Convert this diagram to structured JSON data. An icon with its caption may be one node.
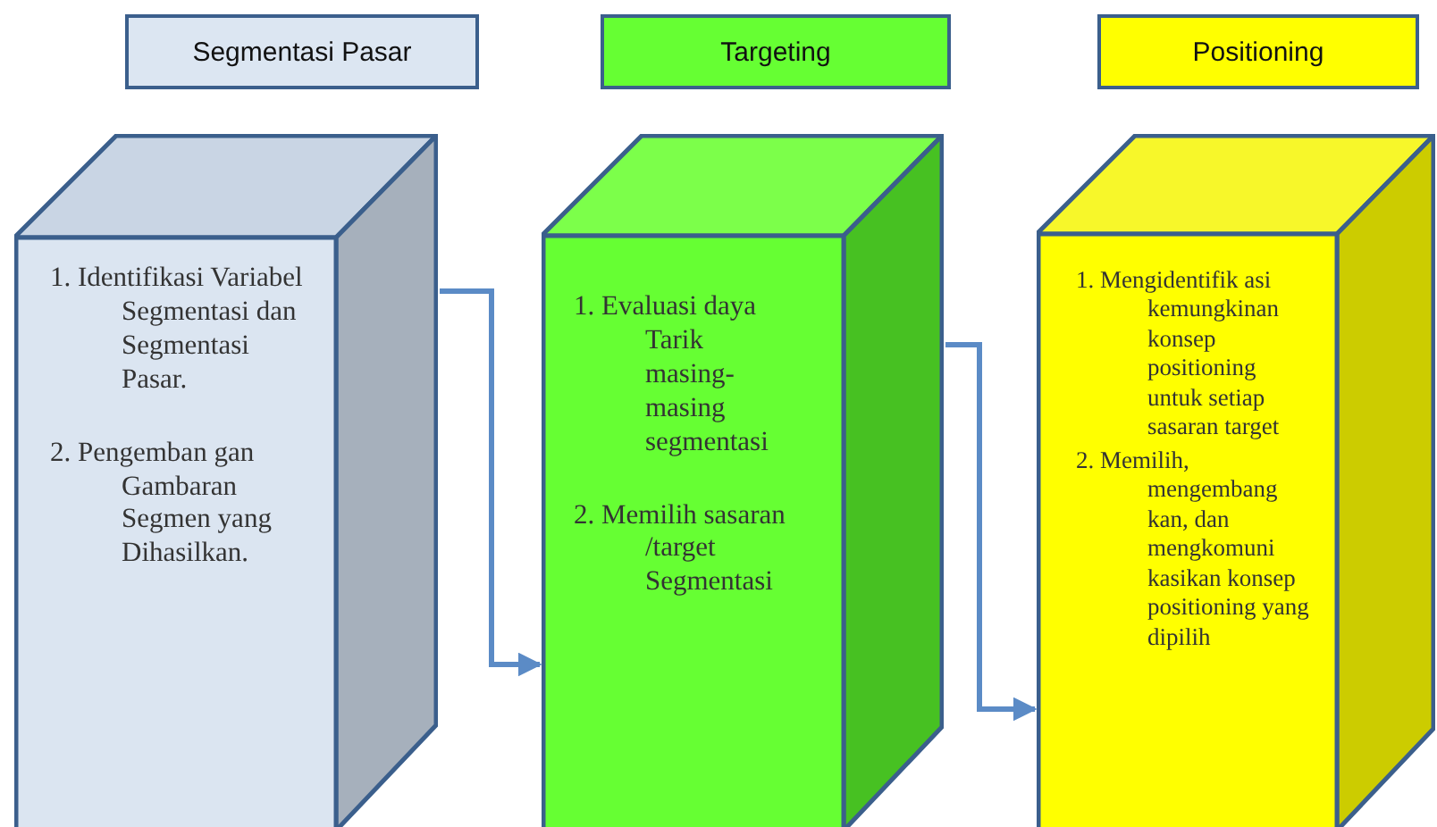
{
  "diagram": {
    "nodes": [
      {
        "text": [
          "Segmentasi Pasar"
        ]
      },
      {
        "text": [
          "Targeting"
        ]
      },
      {
        "text": [
          "Positioning"
        ]
      },
      {
        "text": [
          "1. Identifikasi Variabel Segmentasi dan Segmentasi Pasar.",
          "2. Pengemban gan Gambaran Segmen yang Dihasilkan."
        ]
      },
      {
        "text": [
          "1. Evaluasi daya Tarik masing-masing segmentasi",
          "2. Memilih sasaran /target Segmentasi"
        ]
      },
      {
        "text": [
          "1. Mengidentifik asi kemungkinan konsep positioning untuk setiap sasaran target",
          "2. Memilih, mengembang kan, dan mengkomuni kasikan konsep positioning yang dipilih"
        ]
      }
    ],
    "edges": [
      {
        "from": 3,
        "to": 4,
        "arrow": "to"
      },
      {
        "from": 4,
        "to": 5,
        "arrow": "to"
      }
    ]
  }
}
